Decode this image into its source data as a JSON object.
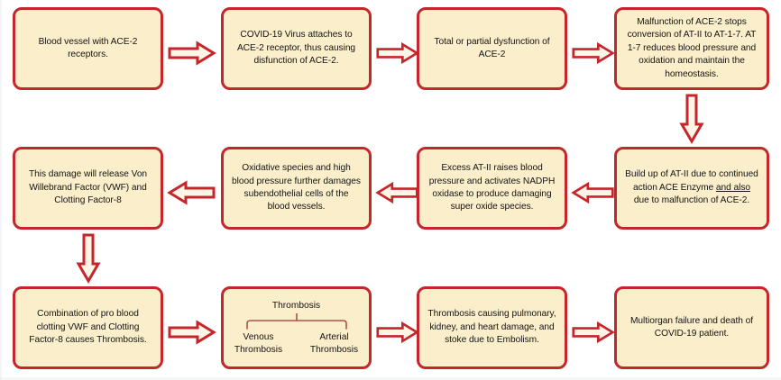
{
  "diagram": {
    "title": "COVID-19 ACE-2 thrombosis pathophysiology flowchart",
    "colors": {
      "box_fill": "#fbeeca",
      "box_border": "#c5262c",
      "arrow_stroke": "#c5262c",
      "arrow_fill": "#fdf6e6",
      "text": "#141414",
      "bracket": "#b0504a",
      "background": "#ffffff"
    },
    "nodes": [
      {
        "id": "n1",
        "row": 1,
        "col": 1,
        "text": "Blood vessel with ACE-2 receptors."
      },
      {
        "id": "n2",
        "row": 1,
        "col": 2,
        "text": "COVID-19 Virus attaches to ACE-2 receptor, thus causing disfunction of ACE-2."
      },
      {
        "id": "n3",
        "row": 1,
        "col": 3,
        "text": "Total or partial dysfunction of ACE-2"
      },
      {
        "id": "n4",
        "row": 1,
        "col": 4,
        "text": "Malfunction of ACE-2 stops conversion of AT-II to AT-1-7. AT 1-7 reduces blood pressure and oxidation and maintain the homeostasis."
      },
      {
        "id": "n5",
        "row": 2,
        "col": 4,
        "text_part_1": "Build up of AT-II due to continued action ACE Enzyme ",
        "text_underlined": "and also",
        "text_part_2": " due to malfunction of ACE-2."
      },
      {
        "id": "n6",
        "row": 2,
        "col": 3,
        "text": "Excess AT-II raises blood pressure and activates NADPH oxidase to produce damaging super oxide species."
      },
      {
        "id": "n7",
        "row": 2,
        "col": 2,
        "text": "Oxidative species and high blood pressure further damages subendothelial cells of the blood vessels."
      },
      {
        "id": "n8",
        "row": 2,
        "col": 1,
        "text": "This damage will release Von Willebrand Factor (VWF) and Clotting Factor-8"
      },
      {
        "id": "n9",
        "row": 3,
        "col": 1,
        "text": "Combination of pro blood clotting VWF and Clotting Factor-8 causes Thrombosis."
      },
      {
        "id": "n10",
        "row": 3,
        "col": 2,
        "tree": {
          "root": "Thrombosis",
          "left": "Venous Thrombosis",
          "right": "Arterial Thrombosis"
        }
      },
      {
        "id": "n11",
        "row": 3,
        "col": 3,
        "text": "Thrombosis causing pulmonary, kidney, and heart damage, and stoke due to Embolism."
      },
      {
        "id": "n12",
        "row": 3,
        "col": 4,
        "text": "Multiorgan failure and death of COVID-19 patient."
      }
    ],
    "connectors": [
      {
        "id": "a1",
        "from": "n1",
        "to": "n2",
        "direction": "right"
      },
      {
        "id": "a2",
        "from": "n2",
        "to": "n3",
        "direction": "right"
      },
      {
        "id": "a3",
        "from": "n3",
        "to": "n4",
        "direction": "right"
      },
      {
        "id": "a4",
        "from": "n4",
        "to": "n5",
        "direction": "down"
      },
      {
        "id": "a5",
        "from": "n5",
        "to": "n6",
        "direction": "left"
      },
      {
        "id": "a6",
        "from": "n6",
        "to": "n7",
        "direction": "left"
      },
      {
        "id": "a7",
        "from": "n7",
        "to": "n8",
        "direction": "left"
      },
      {
        "id": "a8",
        "from": "n8",
        "to": "n9",
        "direction": "down"
      },
      {
        "id": "a9",
        "from": "n9",
        "to": "n10",
        "direction": "right"
      },
      {
        "id": "a10",
        "from": "n10",
        "to": "n11",
        "direction": "right"
      },
      {
        "id": "a11",
        "from": "n11",
        "to": "n12",
        "direction": "right"
      }
    ]
  }
}
